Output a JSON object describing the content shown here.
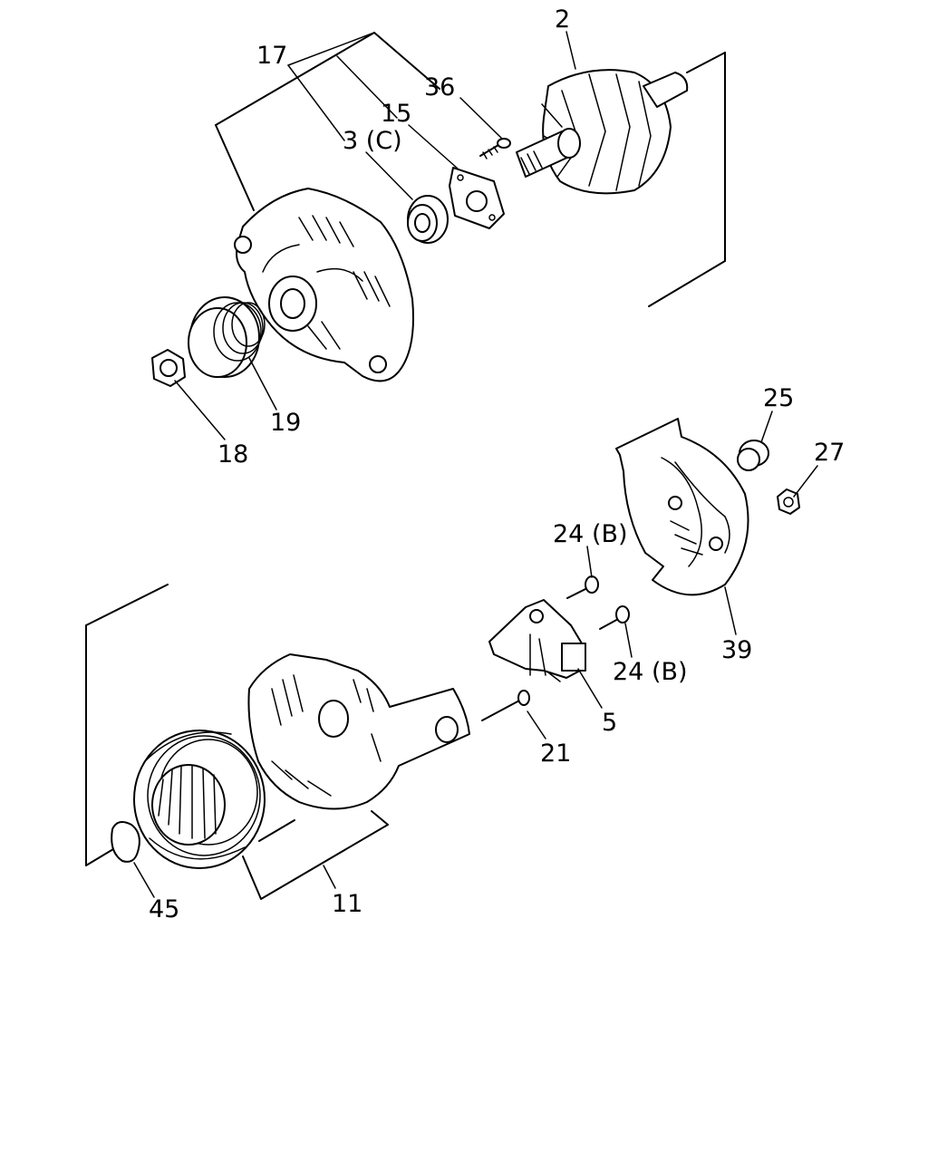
{
  "callouts": {
    "p2": "2",
    "p17": "17",
    "p36": "36",
    "p15": "15",
    "p3c": "3 (C)",
    "p19": "19",
    "p18": "18",
    "p25": "25",
    "p27": "27",
    "p24b_top": "24 (B)",
    "p24b_bottom": "24 (B)",
    "p39": "39",
    "p5": "5",
    "p21": "21",
    "p11": "11",
    "p45": "45"
  }
}
